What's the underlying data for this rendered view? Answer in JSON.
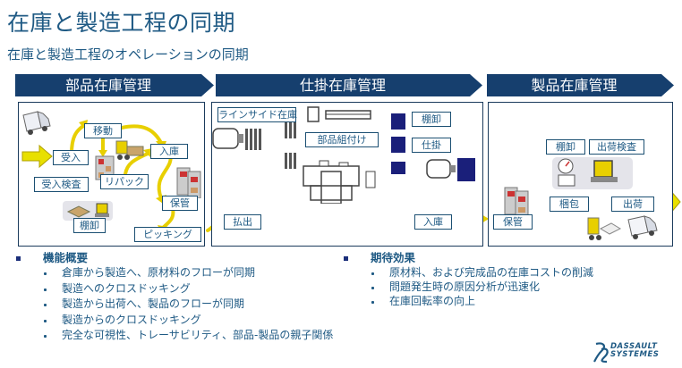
{
  "slide": {
    "title": "在庫と製造工程の同期",
    "subtitle": "在庫と製造工程のオペレーションの同期"
  },
  "phases": [
    {
      "label": "部品在庫管理"
    },
    {
      "label": "仕掛在庫管理"
    },
    {
      "label": "製品在庫管理"
    }
  ],
  "parts_panel": {
    "labels": {
      "receive": "受入",
      "move": "移動",
      "inbound": "入庫",
      "inspection": "受入検査",
      "repack": "リパック",
      "storage": "保管",
      "stocktake": "棚卸",
      "picking": "ピッキング"
    }
  },
  "wip_panel": {
    "labels": {
      "lineside": "ラインサイド在庫",
      "assembly": "部品組付け",
      "stocktake": "棚卸",
      "wip": "仕掛",
      "issue": "払出",
      "inbound": "入庫"
    }
  },
  "product_panel": {
    "labels": {
      "stocktake": "棚卸",
      "ship_inspection": "出荷検査",
      "storage": "保管",
      "packing": "梱包",
      "shipping": "出荷"
    }
  },
  "features": {
    "heading": "機能概要",
    "items": [
      "倉庫から製造へ、原材料のフローが同期",
      "製造へのクロスドッキング",
      "製造から出荷へ、製品のフローが同期",
      "製造からのクロスドッキング",
      "完全な可視性、トレーサビリティ、部品-製品の親子関係"
    ]
  },
  "benefits": {
    "heading": "期待効果",
    "items": [
      "原材料、および完成品の在庫コストの削減",
      "問題発生時の原因分析が迅速化",
      "在庫回転率の向上"
    ]
  },
  "logo": {
    "line1": "DASSAULT",
    "line2": "SYSTEMES"
  },
  "colors": {
    "chevron": "#163f6e",
    "accent_yellow": "#e8cf00",
    "flow_arrow": "#586f86",
    "text": "#1f5a84"
  }
}
